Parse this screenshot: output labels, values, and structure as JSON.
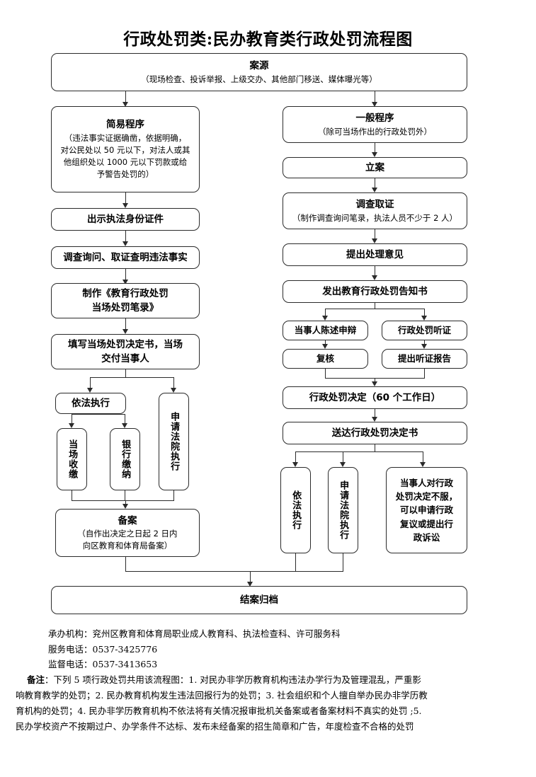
{
  "title": "行政处罚类:民办教育类行政处罚流程图",
  "flow": {
    "source": {
      "title": "案源",
      "sub": "（现场检查、投诉举报、上级交办、其他部门移送、媒体曝光等）"
    },
    "left": {
      "simple_procedure": {
        "title": "简易程序",
        "lines": [
          "（违法事实证据确凿，依据明确，",
          "对公民处以 50 元以下，对法人或其",
          "他组织处以 1000 元以下罚款或给",
          "予警告处罚的）"
        ]
      },
      "show_id": "出示执法身份证件",
      "investigate": "调查询问、取证查明违法事实",
      "make_record": [
        "制作《教育行政处罚",
        "当场处罚笔录》"
      ],
      "fill_decision": [
        "填写当场处罚决定书，当场",
        "交付当事人"
      ],
      "enforce": "依法执行",
      "collect_onsite": "当场收缴",
      "bank_pay": "银行缴纳",
      "apply_court": "申请法院执行",
      "filing": {
        "title": "备案",
        "lines": [
          "（自作出决定之日起 2 日内",
          "向区教育和体育局备案）"
        ]
      }
    },
    "right": {
      "general_procedure": {
        "title": "一般程序",
        "sub": "（除可当场作出的行政处罚外）"
      },
      "case_open": "立案",
      "evidence": {
        "title": "调查取证",
        "sub": "（制作调查询问笔录，执法人员不少于 2 人）"
      },
      "opinion": "提出处理意见",
      "notice": "发出教育行政处罚告知书",
      "statement": "当事人陈述申辩",
      "hearing": "行政处罚听证",
      "review": "复核",
      "hearing_report": "提出听证报告",
      "decision": "行政处罚决定（60 个工作日）",
      "deliver": "送达行政处罚决定书",
      "enforce": "依法执行",
      "apply_court": "申请法院执行",
      "appeal": {
        "lines": [
          "当事人对行政",
          "处罚决定不服，",
          "可以申请行政",
          "复议或提出行",
          "政诉讼"
        ]
      }
    },
    "archive": "结案归档"
  },
  "footer": {
    "agency": "承办机构：兖州区教育和体育局职业成人教育科、执法检查科、许可服务科",
    "service_phone": "服务电话：0537-3425776",
    "supervise_phone": "监督电话：0537-3413653",
    "note_label": "备注",
    "note_lines": [
      "：下列 5 项行政处罚共用该流程图：1. 对民办非学历教育机构违法办学行为及管理混乱，严重影",
      "响教育教学的处罚；2. 民办教育机构发生违法回报行为的处罚；3. 社会组织和个人擅自举办民办非学历教",
      "育机构的处罚；4. 民办非学历教育机构不依法将有关情况报审批机关备案或者备案材料不真实的处罚 ;5.",
      "民办学校资产不按期过户、办学条件不达标、发布未经备案的招生简章和广告，年度检查不合格的处罚"
    ]
  },
  "colors": {
    "stroke": "#2b2b2b",
    "background": "#ffffff",
    "text": "#000000"
  }
}
